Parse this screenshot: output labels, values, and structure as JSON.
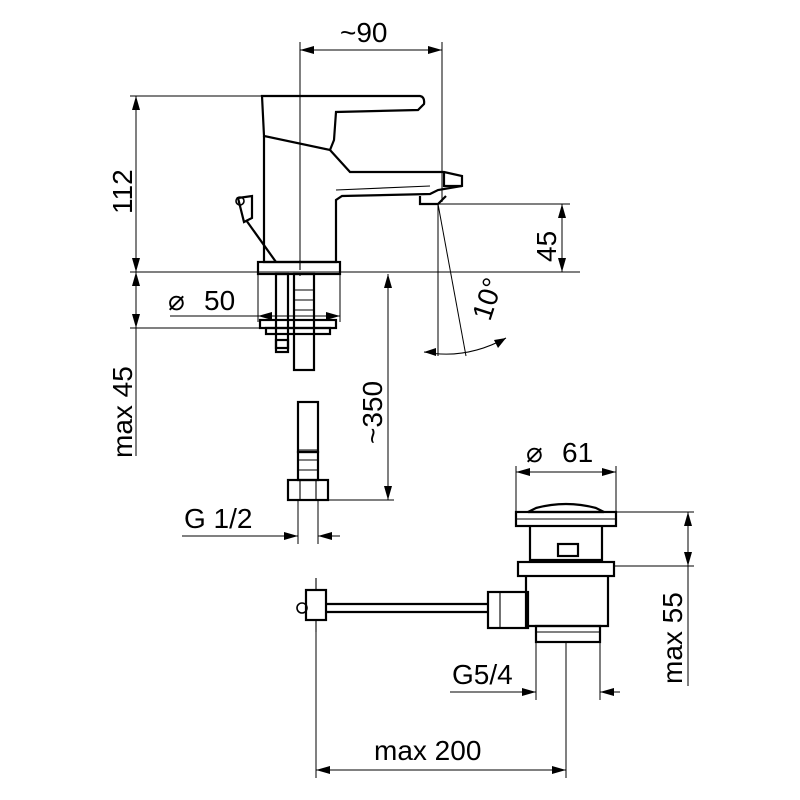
{
  "dimensions": {
    "width_top": "~90",
    "height_body": "112",
    "outlet_height": "45",
    "angle": "10°",
    "base_diameter": "50",
    "max_thickness": "max 45",
    "hose_length": "~350",
    "hose_thread": "G 1/2",
    "waste_diameter": "61",
    "waste_max_depth": "max 55",
    "waste_thread": "G5/4",
    "max_rod_length": "max 200"
  },
  "diameter_symbol": "⌀"
}
